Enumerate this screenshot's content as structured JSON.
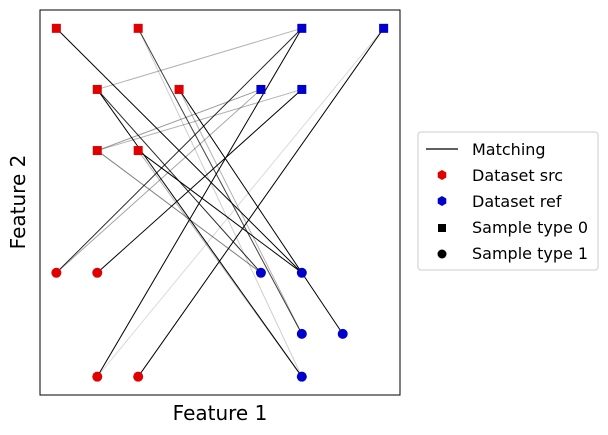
{
  "chart_data": {
    "type": "scatter",
    "title": "",
    "xlabel": "Feature 1",
    "ylabel": "Feature 2",
    "xlim": [
      -0.4,
      8.4
    ],
    "ylim": [
      -0.3,
      6.0
    ],
    "xticks_visible": false,
    "yticks_visible": false,
    "grid": false,
    "legend_position": "right",
    "colors": {
      "src": "#e00000",
      "ref": "#0000cc",
      "line": "#000000",
      "marker_neutral": "#000000"
    },
    "series": [
      {
        "name": "Dataset src",
        "points": [
          {
            "x": 0,
            "y": 5.7,
            "type": 0
          },
          {
            "x": 2,
            "y": 5.7,
            "type": 0
          },
          {
            "x": 1,
            "y": 4.7,
            "type": 0
          },
          {
            "x": 3,
            "y": 4.7,
            "type": 0
          },
          {
            "x": 1,
            "y": 3.7,
            "type": 0
          },
          {
            "x": 2,
            "y": 3.7,
            "type": 0
          },
          {
            "x": 0,
            "y": 1.7,
            "type": 1
          },
          {
            "x": 1,
            "y": 1.7,
            "type": 1
          },
          {
            "x": 1,
            "y": 0,
            "type": 1
          },
          {
            "x": 2,
            "y": 0,
            "type": 1
          }
        ]
      },
      {
        "name": "Dataset ref",
        "points": [
          {
            "x": 6,
            "y": 5.7,
            "type": 0
          },
          {
            "x": 8,
            "y": 5.7,
            "type": 0
          },
          {
            "x": 5,
            "y": 4.7,
            "type": 0
          },
          {
            "x": 6,
            "y": 4.7,
            "type": 0
          },
          {
            "x": 5,
            "y": 1.7,
            "type": 1
          },
          {
            "x": 6,
            "y": 1.7,
            "type": 1
          },
          {
            "x": 6,
            "y": 0.7,
            "type": 1
          },
          {
            "x": 7,
            "y": 0.7,
            "type": 1
          },
          {
            "x": 6,
            "y": 0,
            "type": 1
          }
        ]
      }
    ],
    "matching": [
      {
        "from": [
          0,
          5.7
        ],
        "to": [
          6,
          1.7
        ],
        "opacity": 1.0
      },
      {
        "from": [
          2,
          5.7
        ],
        "to": [
          6,
          0.7
        ],
        "opacity": 0.75
      },
      {
        "from": [
          2,
          5.7
        ],
        "to": [
          6,
          0
        ],
        "opacity": 0.2
      },
      {
        "from": [
          1,
          4.7
        ],
        "to": [
          6,
          0
        ],
        "opacity": 1.0
      },
      {
        "from": [
          1,
          4.7
        ],
        "to": [
          5,
          1.7
        ],
        "opacity": 0.85
      },
      {
        "from": [
          1,
          4.7
        ],
        "to": [
          6,
          5.7
        ],
        "opacity": 0.3
      },
      {
        "from": [
          3,
          4.7
        ],
        "to": [
          7,
          0.7
        ],
        "opacity": 1.0
      },
      {
        "from": [
          3,
          4.7
        ],
        "to": [
          6,
          0.7
        ],
        "opacity": 0.3
      },
      {
        "from": [
          1,
          3.7
        ],
        "to": [
          5,
          4.7
        ],
        "opacity": 0.4
      },
      {
        "from": [
          1,
          3.7
        ],
        "to": [
          6,
          4.7
        ],
        "opacity": 0.3
      },
      {
        "from": [
          1,
          3.7
        ],
        "to": [
          5,
          1.7
        ],
        "opacity": 0.5
      },
      {
        "from": [
          2,
          3.7
        ],
        "to": [
          6,
          1.7
        ],
        "opacity": 1.0
      },
      {
        "from": [
          2,
          3.7
        ],
        "to": [
          6,
          0
        ],
        "opacity": 0.3
      },
      {
        "from": [
          0,
          1.7
        ],
        "to": [
          6,
          5.7
        ],
        "opacity": 0.85
      },
      {
        "from": [
          0,
          1.7
        ],
        "to": [
          5,
          4.7
        ],
        "opacity": 0.35
      },
      {
        "from": [
          1,
          1.7
        ],
        "to": [
          6,
          4.7
        ],
        "opacity": 1.0
      },
      {
        "from": [
          1,
          0
        ],
        "to": [
          6,
          5.7
        ],
        "opacity": 1.0
      },
      {
        "from": [
          2,
          0
        ],
        "to": [
          8,
          5.7
        ],
        "opacity": 1.0
      },
      {
        "from": [
          1,
          0
        ],
        "to": [
          8,
          5.7
        ],
        "opacity": 0.15
      }
    ],
    "legend": {
      "entries": [
        {
          "label": "Matching",
          "symbol": "line",
          "color": "#000000"
        },
        {
          "label": "Dataset src",
          "symbol": "hexagon",
          "color": "#e00000"
        },
        {
          "label": "Dataset ref",
          "symbol": "hexagon",
          "color": "#0000cc"
        },
        {
          "label": "Sample type 0",
          "symbol": "square",
          "color": "#000000"
        },
        {
          "label": "Sample type 1",
          "symbol": "circle",
          "color": "#000000"
        }
      ]
    }
  }
}
